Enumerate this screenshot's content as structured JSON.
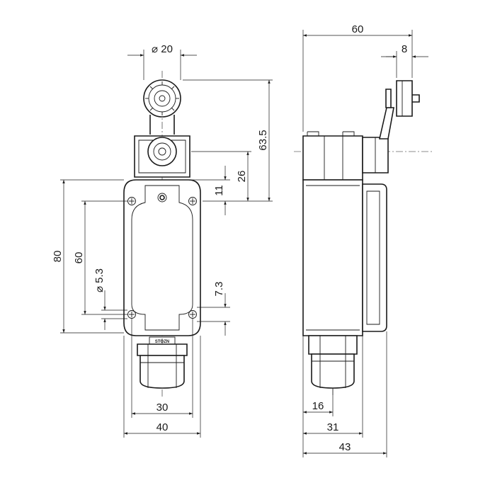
{
  "front_view": {
    "dimensions": {
      "roller_diameter": "⌀ 20",
      "total_height": "63.5",
      "shaft_height": "26",
      "mount_offset": "11",
      "body_height": "80",
      "hole_spacing_v": "60",
      "hole_diameter": "⌀ 5.3",
      "hole_offset": "7.3",
      "hole_spacing_h": "30",
      "body_width": "40"
    },
    "brand_label": "STOZN"
  },
  "side_view": {
    "dimensions": {
      "total_width": "60",
      "roller_width": "8",
      "cable_gland_offset": "16",
      "body_depth": "31",
      "total_depth": "43"
    }
  },
  "colors": {
    "line": "#1a1a1a",
    "background": "#ffffff"
  }
}
